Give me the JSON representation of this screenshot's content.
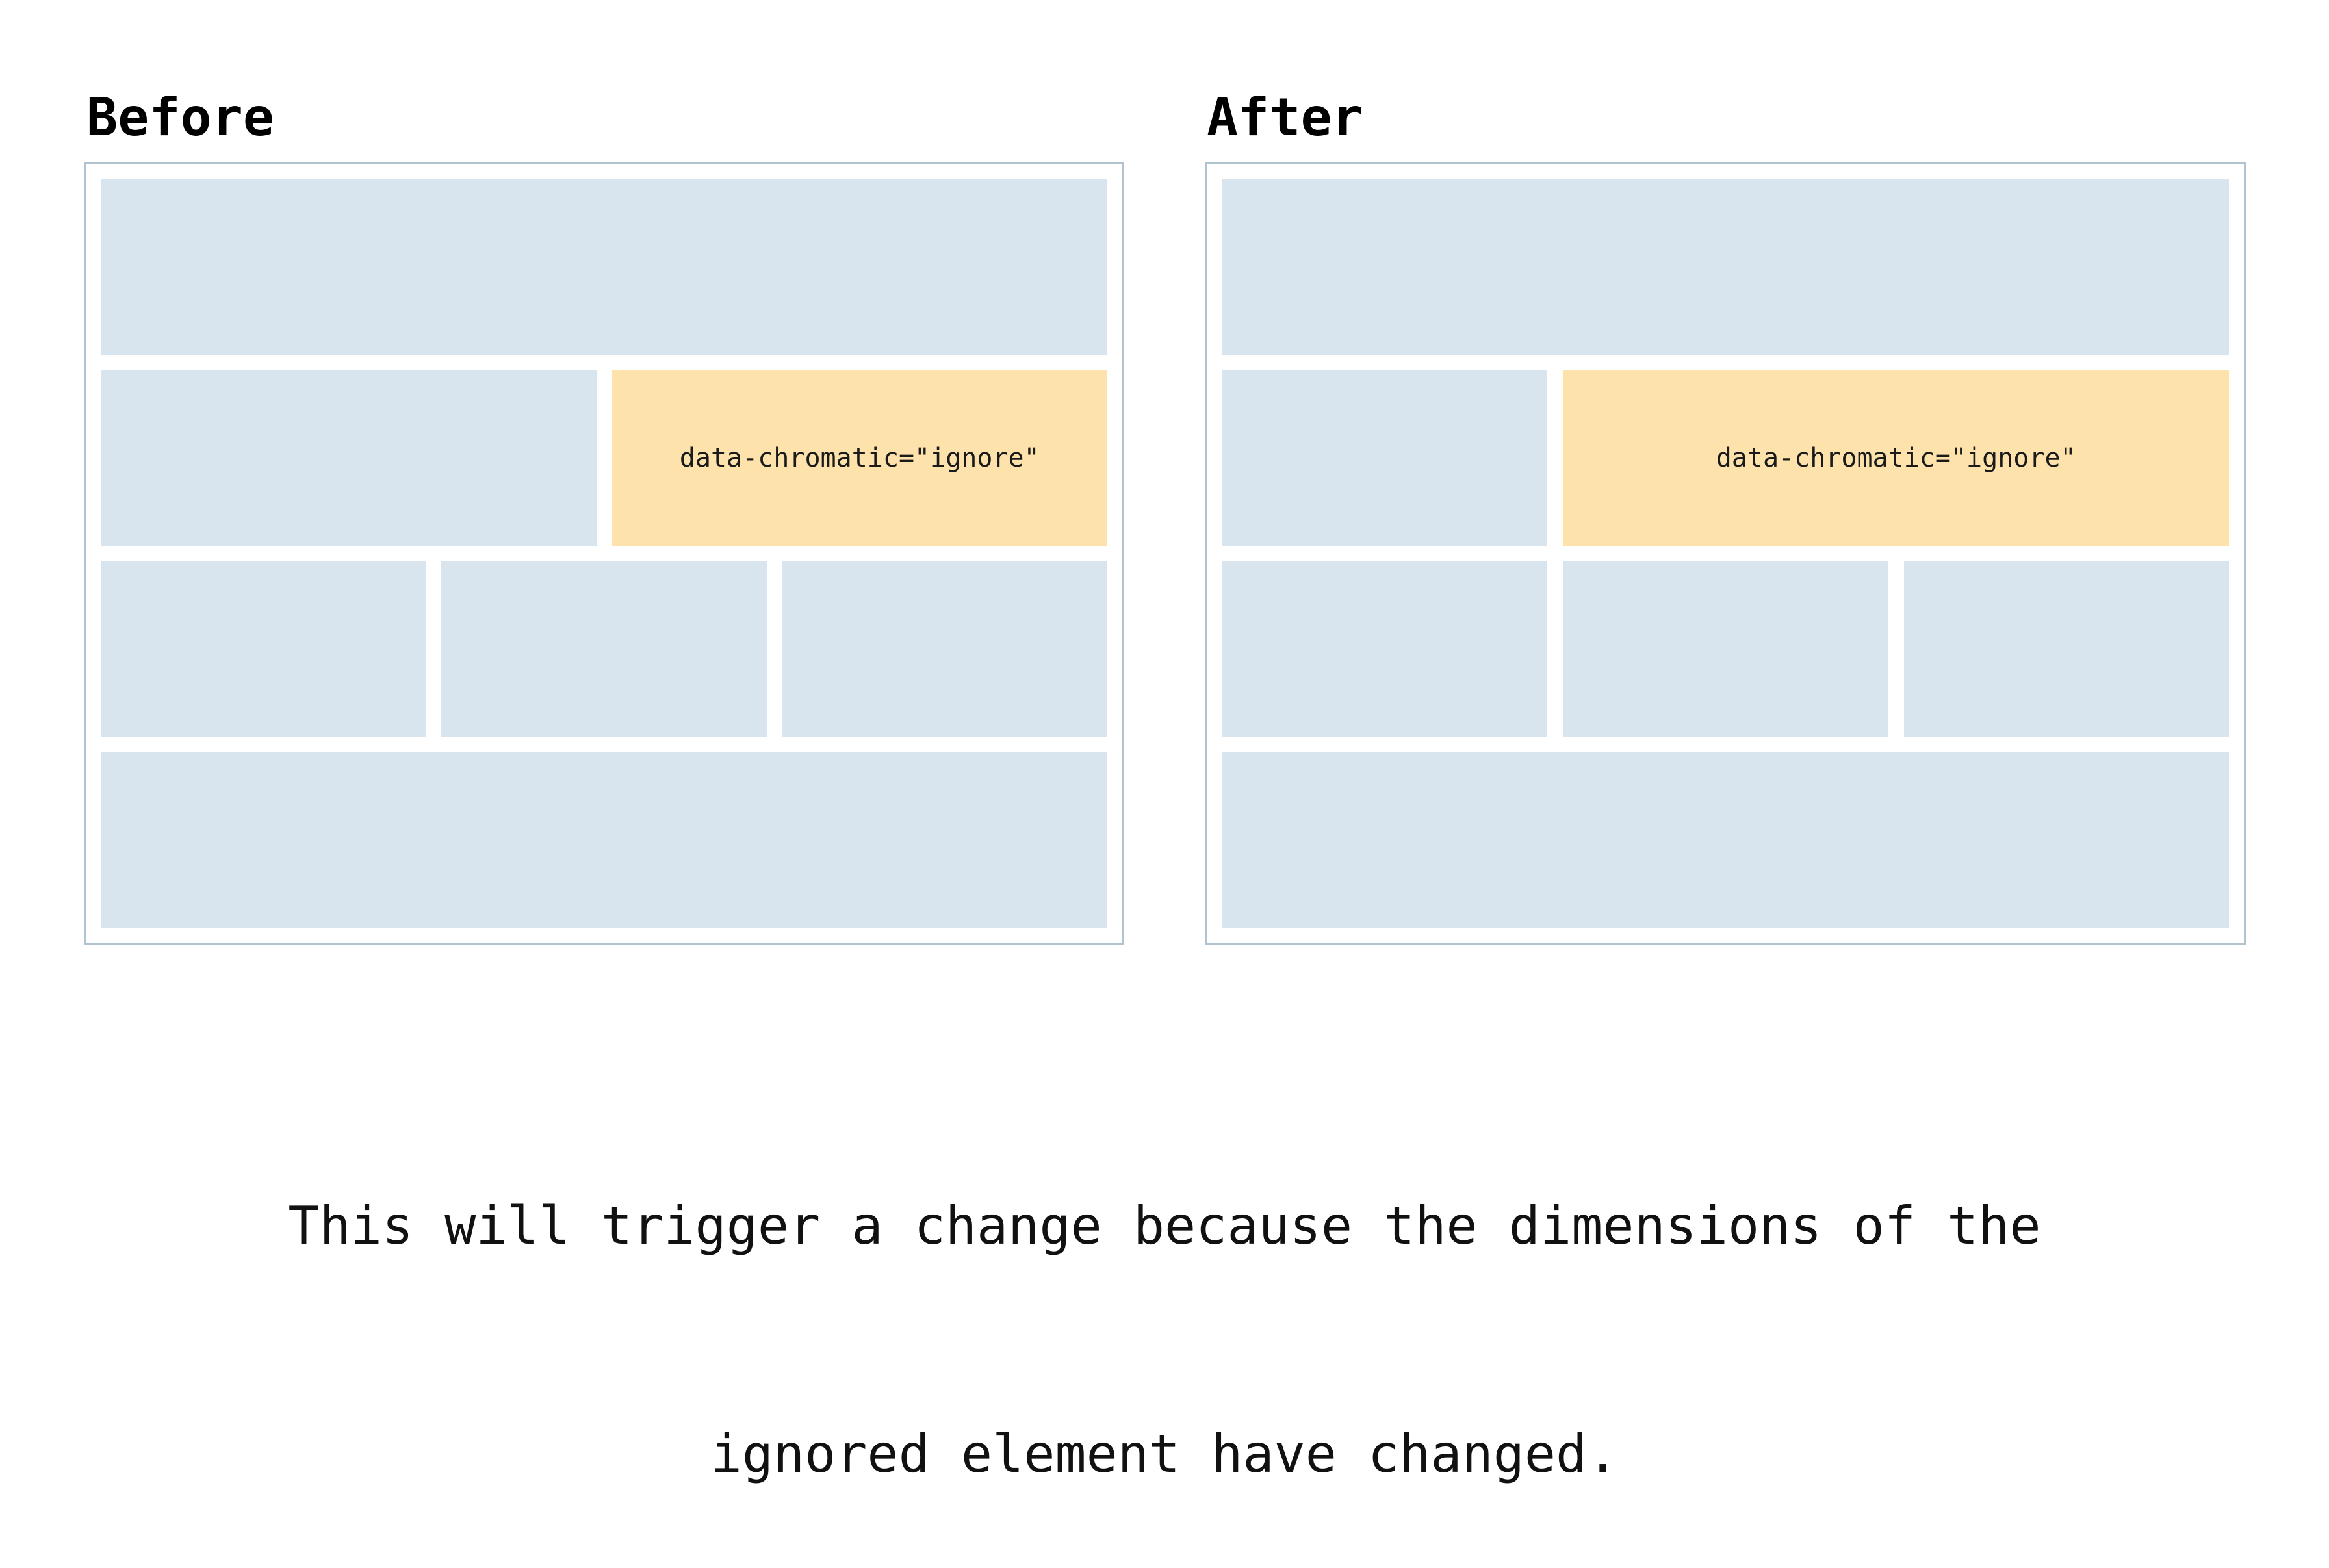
{
  "diagram": {
    "panels": [
      {
        "title": "Before",
        "ignored_label": "data-chromatic=\"ignore\""
      },
      {
        "title": "After",
        "ignored_label": "data-chromatic=\"ignore\""
      }
    ],
    "caption": {
      "line1": "This will trigger a change because the dimensions of the",
      "line2": "ignored element have changed."
    },
    "colors": {
      "block_blue": "#D8E5EE",
      "block_orange": "#FDE2AC",
      "panel_border": "#B0C3CF",
      "heading_text": "#000000",
      "caption_text": "#111111"
    }
  }
}
